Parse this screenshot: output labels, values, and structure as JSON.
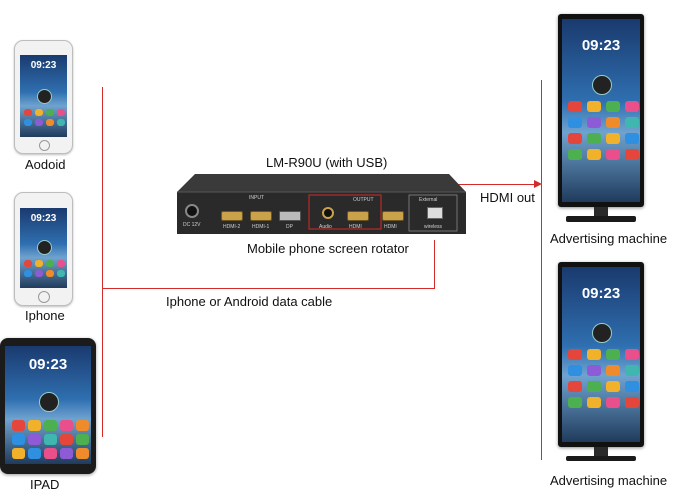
{
  "device_title": "LM-R90U (with USB)",
  "device_caption": "Mobile phone screen rotator",
  "cable_label": "Iphone or Android data cable",
  "hdmi_label": "HDMI out",
  "sources": [
    {
      "label": "Aodoid",
      "clock": "09:23"
    },
    {
      "label": "Iphone",
      "clock": "09:23"
    },
    {
      "label": "IPAD",
      "clock": "09:23"
    }
  ],
  "outputs": [
    {
      "label": "Advertising machine",
      "clock": "09:23"
    },
    {
      "label": "Advertising machine",
      "clock": "09:23"
    }
  ],
  "panel": {
    "input": "INPUT",
    "output": "OUTPUT",
    "external": "External",
    "dc": "DC 12V",
    "hdmi2": "HDMI-2",
    "hdmi1": "HDMI-1",
    "dp": "DP",
    "audio": "Audio",
    "hdmi_a": "HDMI",
    "hdmi_b": "HDMI",
    "wireless": "wireless"
  },
  "colors": {
    "wire": "#d42a2a",
    "device_body": "#2b2b2b"
  }
}
